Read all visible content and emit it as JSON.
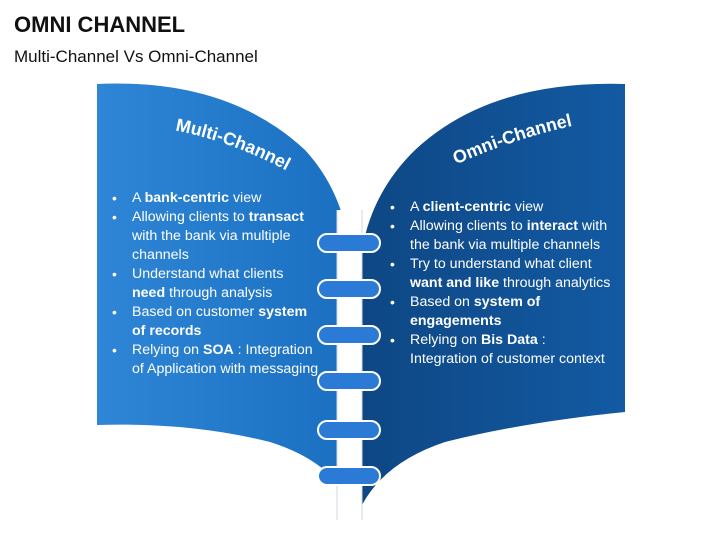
{
  "title": "OMNI CHANNEL",
  "subtitle": "Multi-Channel Vs Omni-Channel",
  "left": {
    "heading": "Multi-Channel",
    "items": [
      [
        {
          "t": "A ",
          "b": false
        },
        {
          "t": "bank-centric",
          "b": true
        },
        {
          "t": " view",
          "b": false
        }
      ],
      [
        {
          "t": "Allowing clients to ",
          "b": false
        },
        {
          "t": "transact",
          "b": true
        },
        {
          "t": " with the bank via multiple channels",
          "b": false
        }
      ],
      [
        {
          "t": "Understand what clients ",
          "b": false
        },
        {
          "t": "need",
          "b": true
        },
        {
          "t": " through analysis",
          "b": false
        }
      ],
      [
        {
          "t": "Based on customer ",
          "b": false
        },
        {
          "t": "system of records",
          "b": true
        }
      ],
      [
        {
          "t": "Relying on ",
          "b": false
        },
        {
          "t": "SOA",
          "b": true
        },
        {
          "t": " : Integration of Application with messaging",
          "b": false
        }
      ]
    ]
  },
  "right": {
    "heading": "Omni-Channel",
    "items": [
      [
        {
          "t": "A ",
          "b": false
        },
        {
          "t": "client-centric",
          "b": true
        },
        {
          "t": " view",
          "b": false
        }
      ],
      [
        {
          "t": "Allowing clients to ",
          "b": false
        },
        {
          "t": "interact",
          "b": true
        },
        {
          "t": " with the bank via multiple channels",
          "b": false
        }
      ],
      [
        {
          "t": "Try to understand what client ",
          "b": false
        },
        {
          "t": "want and like",
          "b": true
        },
        {
          "t": " through analytics",
          "b": false
        }
      ],
      [
        {
          "t": "Based on ",
          "b": false
        },
        {
          "t": "system of engagements",
          "b": true
        }
      ],
      [
        {
          "t": "Relying on ",
          "b": false
        },
        {
          "t": "Bis Data",
          "b": true
        },
        {
          "t": " : Integration of customer context",
          "b": false
        }
      ]
    ]
  },
  "colors": {
    "left_page": "#1b74c4",
    "right_page": "#0f4c8a",
    "spine": "#ffffff",
    "ring": "#2b7bd6"
  },
  "icons": {
    "binding_rings": "spiral-ring-icon"
  }
}
